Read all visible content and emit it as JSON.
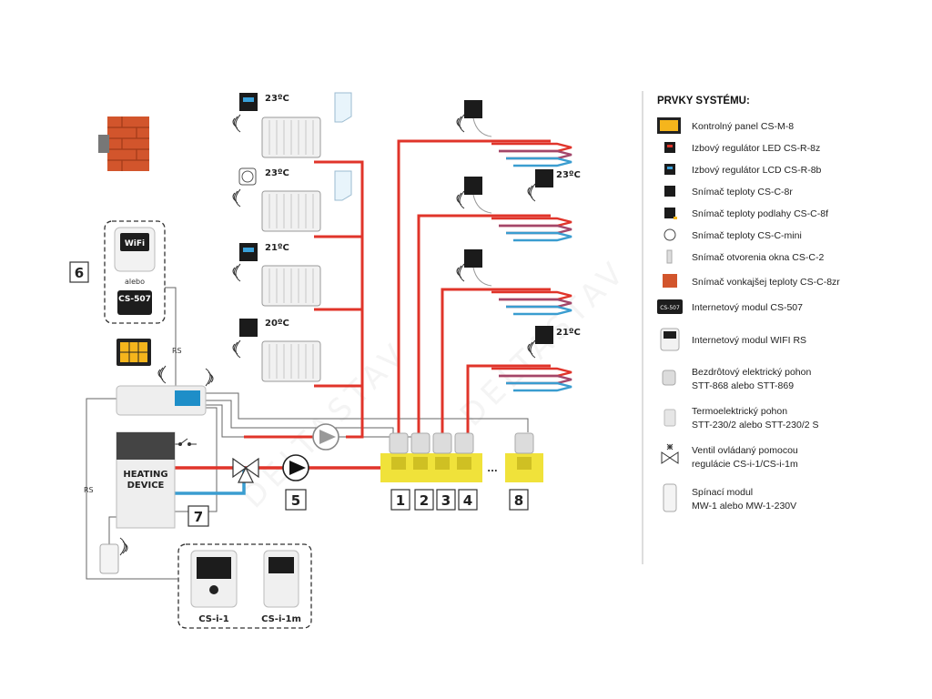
{
  "colors": {
    "hot": "#e0342a",
    "cold": "#3a9dd0",
    "manifold": "#f0e23a",
    "wire": "#555555"
  },
  "watermark": "DELTASTAV",
  "radiators": [
    {
      "temp": "23ºC",
      "controller": "lcd-controller"
    },
    {
      "temp": "23ºC",
      "controller": "mini-sensor"
    },
    {
      "temp": "21ºC",
      "controller": "lcd-controller"
    },
    {
      "temp": "20ºC",
      "controller": "room-sensor"
    }
  ],
  "floor_loops": [
    {
      "temp": ""
    },
    {
      "temp": "23ºC"
    },
    {
      "temp": ""
    },
    {
      "temp": "21ºC"
    }
  ],
  "manifold": {
    "actuators": [
      "1",
      "2",
      "3",
      "4",
      "8"
    ],
    "ellipsis": "..."
  },
  "labels": {
    "internet_option_box": "6",
    "wifi_module": "WiFi",
    "or_word": "alebo",
    "cs507": "CS-507",
    "rs_top": "RS",
    "rs_left": "RS",
    "heating_device_line1": "HEATING",
    "heating_device_line2": "DEVICE",
    "box_7": "7",
    "pump_5": "5",
    "cs_i_1": "CS-i-1",
    "cs_i_1m": "CS-i-1m"
  },
  "legend": {
    "title": "PRVKY SYSTÉMU:",
    "items": [
      {
        "icon": "control-panel-icon",
        "line1": "Kontrolný panel CS-M-8",
        "line2": ""
      },
      {
        "icon": "led-regulator-icon",
        "line1": "Izbový regulátor LED CS-R-8z",
        "line2": ""
      },
      {
        "icon": "lcd-regulator-icon",
        "line1": "Izbový regulátor LCD CS-R-8b",
        "line2": ""
      },
      {
        "icon": "temp-sensor-icon",
        "line1": "Snímač teploty CS-C-8r",
        "line2": ""
      },
      {
        "icon": "floor-sensor-icon",
        "line1": "Snímač teploty podlahy CS-C-8f",
        "line2": ""
      },
      {
        "icon": "mini-sensor-icon",
        "line1": "Snímač teploty CS-C-mini",
        "line2": ""
      },
      {
        "icon": "window-sensor-icon",
        "line1": "Snímač otvorenia okna CS-C-2",
        "line2": ""
      },
      {
        "icon": "outdoor-sensor-icon",
        "line1": "Snímač vonkajšej teploty CS-C-8zr",
        "line2": ""
      },
      {
        "icon": "internet-module-icon",
        "line1": "Internetový modul CS-507",
        "line2": ""
      },
      {
        "icon": "wifi-module-icon",
        "line1": "Internetový modul WIFI RS",
        "line2": ""
      },
      {
        "icon": "wireless-actuator-icon",
        "line1": "Bezdrôtový elektrický pohon",
        "line2": "STT-868 alebo STT-869"
      },
      {
        "icon": "thermo-actuator-icon",
        "line1": "Termoelektrický pohon",
        "line2": "STT-230/2 alebo STT-230/2 S"
      },
      {
        "icon": "valve-icon",
        "line1": "Ventil ovládaný pomocou",
        "line2": "regulácie CS-i-1/CS-i-1m"
      },
      {
        "icon": "switch-module-icon",
        "line1": "Spínací modul",
        "line2": "MW-1 alebo MW-1-230V"
      }
    ]
  }
}
